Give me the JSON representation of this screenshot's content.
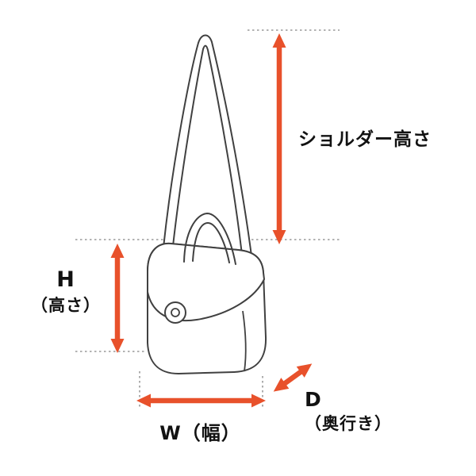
{
  "diagram_title": "bag-dimension-diagram",
  "colors": {
    "arrow": "#E8512B",
    "outline": "#404040",
    "dotted_guide": "#999999",
    "background": "#ffffff",
    "text": "#121212"
  },
  "labels": {
    "shoulder_height": "ショルダー高さ",
    "height_letter": "H",
    "height_sub": "（高さ）",
    "width": "W（幅）",
    "depth_letter": "D",
    "depth_sub": "（奥行き）"
  }
}
